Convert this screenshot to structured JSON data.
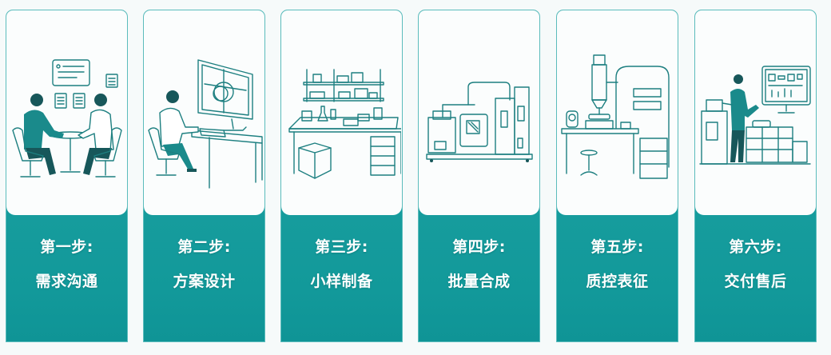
{
  "steps": [
    {
      "number": "第一步:",
      "name": "需求沟通",
      "illustration": "meeting-icon"
    },
    {
      "number": "第二步:",
      "name": "方案设计",
      "illustration": "computer-design-icon"
    },
    {
      "number": "第三步:",
      "name": "小样制备",
      "illustration": "lab-bench-icon"
    },
    {
      "number": "第四步:",
      "name": "批量合成",
      "illustration": "reactor-machine-icon"
    },
    {
      "number": "第五步:",
      "name": "质控表征",
      "illustration": "microscope-lab-icon"
    },
    {
      "number": "第六步:",
      "name": "交付售后",
      "illustration": "delivery-dashboard-icon"
    }
  ],
  "colors": {
    "accent": "#169c9d",
    "border": "#5bbcbc",
    "line_art": "#1d7f80",
    "card_top": "#fbfdfd",
    "background": "#f6fafa",
    "label_text": "#ffffff"
  }
}
